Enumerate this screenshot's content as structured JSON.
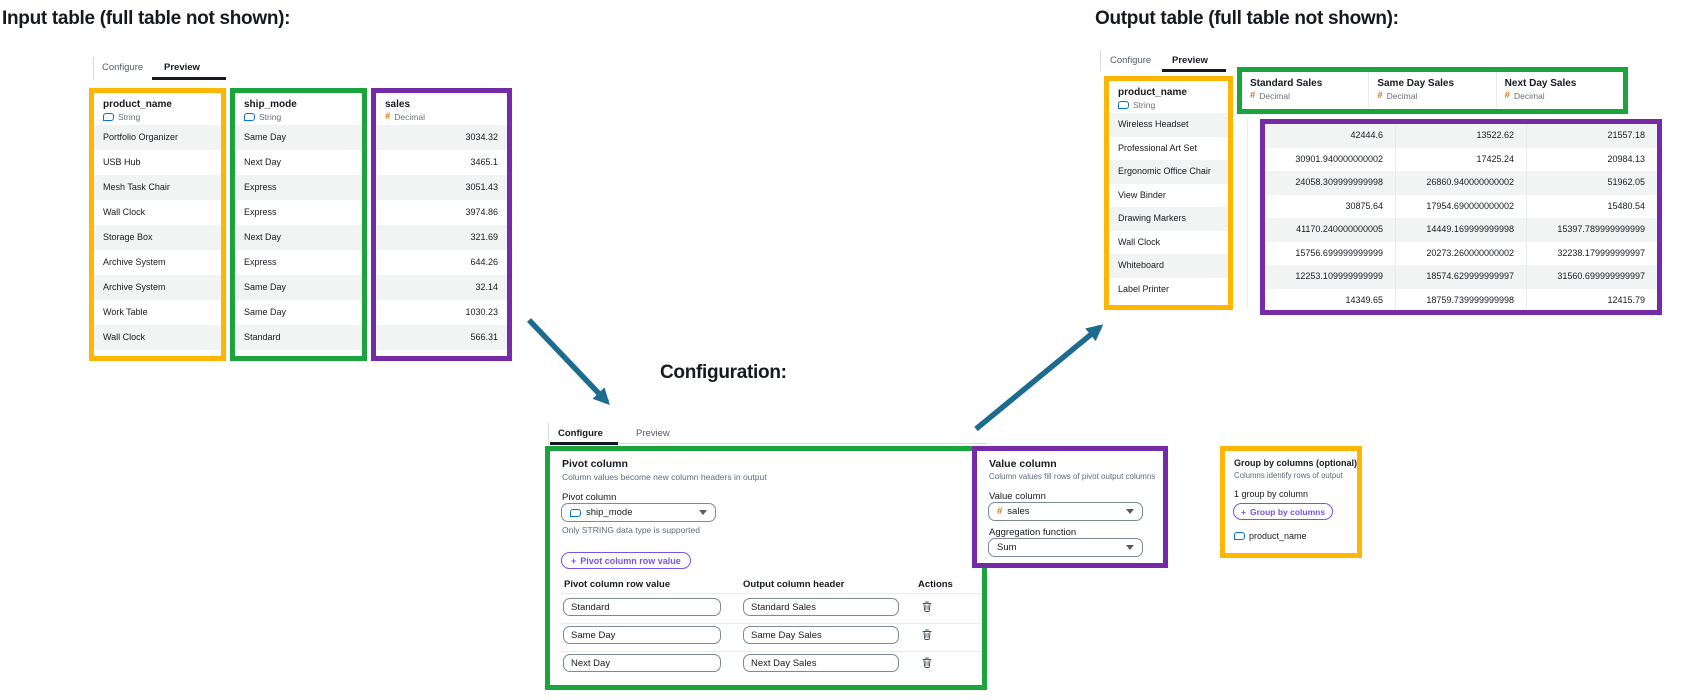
{
  "titles": {
    "input": "Input table (full table not shown):",
    "output": "Output table (full table not shown):",
    "config": "Configuration:"
  },
  "tabs": {
    "configure": "Configure",
    "preview": "Preview"
  },
  "input_table": {
    "columns": [
      {
        "name": "product_name",
        "type": "String"
      },
      {
        "name": "ship_mode",
        "type": "String"
      },
      {
        "name": "sales",
        "type": "Decimal"
      }
    ],
    "rows": [
      {
        "product": "Portfolio Organizer",
        "ship": "Same Day",
        "sales": "3034.32"
      },
      {
        "product": "USB Hub",
        "ship": "Next Day",
        "sales": "3465.1"
      },
      {
        "product": "Mesh Task Chair",
        "ship": "Express",
        "sales": "3051.43"
      },
      {
        "product": "Wall Clock",
        "ship": "Express",
        "sales": "3974.86"
      },
      {
        "product": "Storage Box",
        "ship": "Next Day",
        "sales": "321.69"
      },
      {
        "product": "Archive System",
        "ship": "Express",
        "sales": "644.26"
      },
      {
        "product": "Archive System",
        "ship": "Same Day",
        "sales": "32.14"
      },
      {
        "product": "Work Table",
        "ship": "Same Day",
        "sales": "1030.23"
      },
      {
        "product": "Wall Clock",
        "ship": "Standard",
        "sales": "566.31"
      }
    ]
  },
  "output_table": {
    "group_column": {
      "name": "product_name",
      "type": "String"
    },
    "value_columns": [
      {
        "name": "Standard Sales",
        "type": "Decimal"
      },
      {
        "name": "Same Day Sales",
        "type": "Decimal"
      },
      {
        "name": "Next Day Sales",
        "type": "Decimal"
      }
    ],
    "rows": [
      {
        "product": "Wireless Headset",
        "standard": "42444.6",
        "same_day": "13522.62",
        "next_day": "21557.18"
      },
      {
        "product": "Professional Art Set",
        "standard": "30901.940000000002",
        "same_day": "17425.24",
        "next_day": "20984.13"
      },
      {
        "product": "Ergonomic Office Chair",
        "standard": "24058.309999999998",
        "same_day": "26860.940000000002",
        "next_day": "51962.05"
      },
      {
        "product": "View Binder",
        "standard": "30875.64",
        "same_day": "17954.690000000002",
        "next_day": "15480.54"
      },
      {
        "product": "Drawing Markers",
        "standard": "41170.240000000005",
        "same_day": "14449.169999999998",
        "next_day": "15397.789999999999"
      },
      {
        "product": "Wall Clock",
        "standard": "15756.699999999999",
        "same_day": "20273.260000000002",
        "next_day": "32238.179999999997"
      },
      {
        "product": "Whiteboard",
        "standard": "12253.109999999999",
        "same_day": "18574.629999999997",
        "next_day": "31560.699999999997"
      },
      {
        "product": "Label Printer",
        "standard": "14349.65",
        "same_day": "18759.739999999998",
        "next_day": "12415.79"
      }
    ]
  },
  "config": {
    "pivot": {
      "title": "Pivot column",
      "description": "Column values become new column headers in output",
      "field_label": "Pivot column",
      "selected": "ship_mode",
      "hint": "Only STRING data type is supported",
      "add_button_label": "Pivot column row value",
      "table": {
        "col1": "Pivot column row value",
        "col2": "Output column header",
        "col3": "Actions",
        "rows": [
          {
            "value": "Standard",
            "header": "Standard Sales"
          },
          {
            "value": "Same Day",
            "header": "Same Day Sales"
          },
          {
            "value": "Next Day",
            "header": "Next Day Sales"
          }
        ]
      }
    },
    "value": {
      "title": "Value column",
      "description": "Column values fill rows of pivot output columns",
      "field_label": "Value column",
      "selected": "sales",
      "agg_label": "Aggregation function",
      "agg_selected": "Sum"
    },
    "group_by": {
      "title": "Group by columns (optional)",
      "description": "Columns identify rows of output",
      "count_text": "1 group by column",
      "add_button_label": "Group by columns",
      "column": "product_name"
    }
  },
  "colors": {
    "yellow": "#ffb602",
    "green": "#1aa53c",
    "purple": "#752ba5",
    "arrow": "#1e6b90",
    "button_purple": "#7a52e8"
  }
}
